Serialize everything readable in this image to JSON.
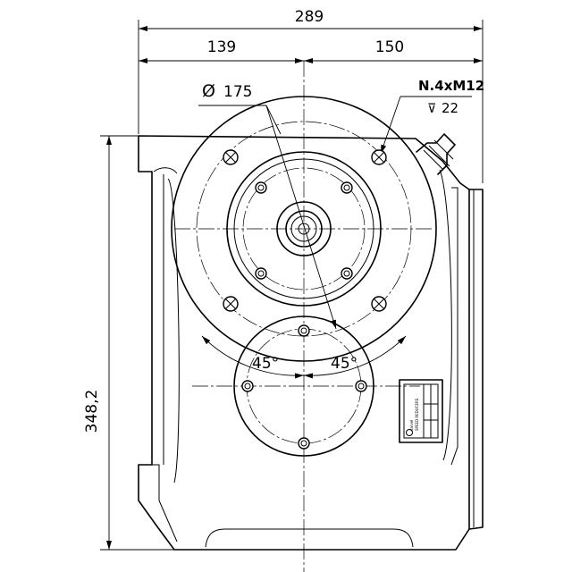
{
  "dimensions": {
    "overall_width": "289",
    "left_width": "139",
    "right_width": "150",
    "diameter_symbol": "Ø",
    "diameter": "175",
    "thread_spec": "N.4xM12",
    "depth_symbol": "⊽",
    "thread_depth": "22",
    "height": "348,2",
    "angle_left": "45°",
    "angle_right": "45°"
  },
  "nameplate": {
    "brand_line1": "varvel",
    "brand_line2": "SPEED REDUCERS"
  }
}
